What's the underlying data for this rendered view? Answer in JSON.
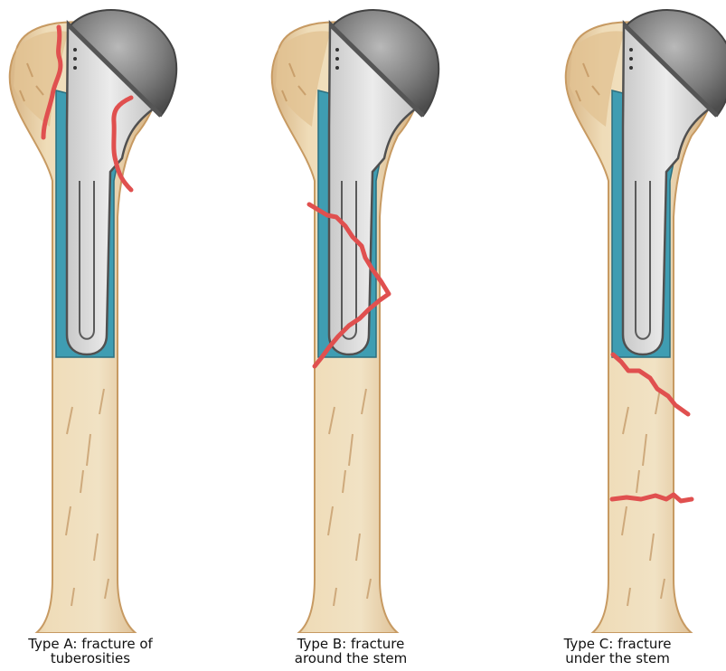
{
  "colors": {
    "bone": "#e9d3ad",
    "bone_shadow": "#cfa36c",
    "bone_streak": "#b8864f",
    "cement": "#3f9db2",
    "stem_metal": "#d9d9d9",
    "stem_outline": "#505050",
    "head_metal": "#8c8c8c",
    "fracture_line": "#e0504f"
  },
  "figure": {
    "panels": [
      {
        "id": "A",
        "fracture_type": "tuberosities",
        "caption_line1": "Type A: fracture of",
        "caption_line2": "tuberosities"
      },
      {
        "id": "B",
        "fracture_type": "around-stem",
        "caption_line1": "Type B: fracture",
        "caption_line2": "around the stem"
      },
      {
        "id": "C",
        "fracture_type": "under-stem",
        "caption_line1": "Type C: fracture",
        "caption_line2": "under the stem"
      }
    ]
  }
}
